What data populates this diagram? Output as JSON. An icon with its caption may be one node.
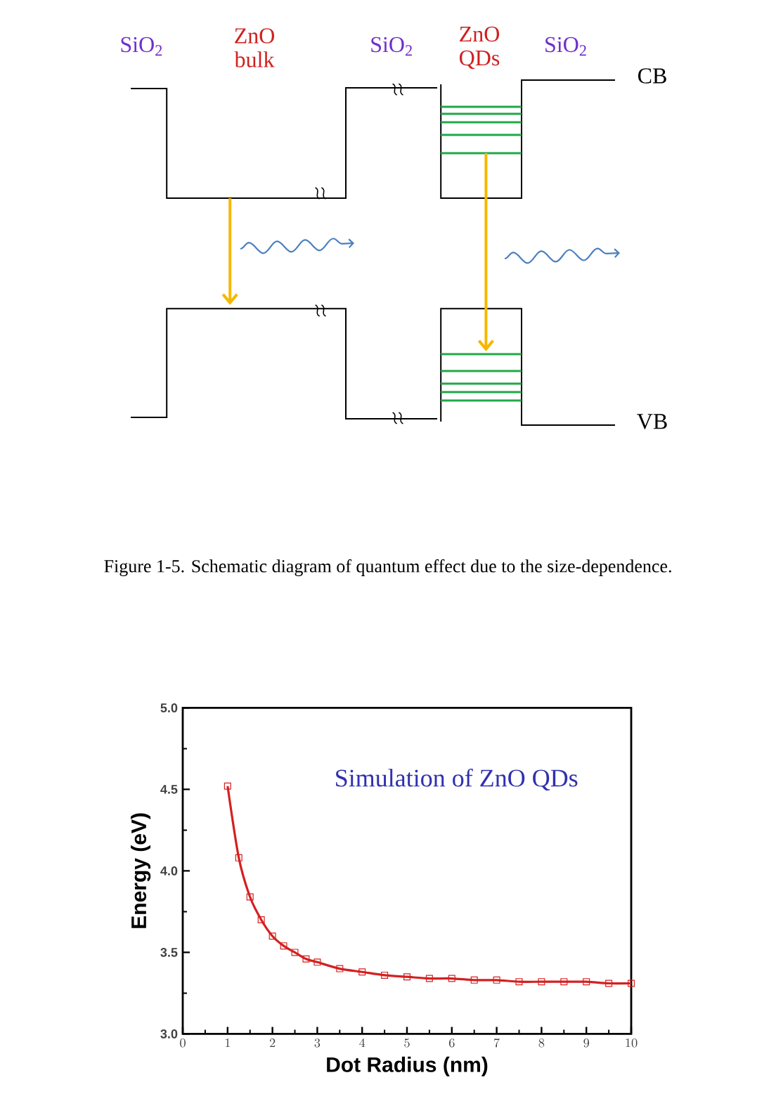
{
  "diagram": {
    "caption": "Figure 1-5. Schematic diagram of quantum effect due to the size-dependence.",
    "labels": [
      "SiO$_{2}$",
      "ZnO bulk",
      "SiO$_{2}$",
      "ZnO QDs",
      "SiO$_{2}$",
      "CB",
      "VB"
    ],
    "chart_data": {
      "type": "line",
      "xlabel": "Dot Radius (nm)",
      "ylabel": "Energy (eV)",
      "xlim": [
        0,
        10
      ],
      "ylim": [
        3.0,
        5.0
      ],
      "xticks": [
        0,
        1,
        2,
        3,
        4,
        5,
        6,
        7,
        8,
        9,
        10
      ],
      "yticks": [
        {
          "value": 3.0,
          "label": "3.0"
        },
        {
          "value": 3.5,
          "label": "3.5"
        },
        {
          "value": 4.0,
          "label": "4.0"
        },
        {
          "value": 4.5,
          "label": "4.5"
        },
        {
          "value": 5.0,
          "label": "5.0"
        }
      ],
      "x": [
        1,
        1.25,
        1.5,
        1.75,
        2,
        2.25,
        2.5,
        2.75,
        3,
        3.5,
        4,
        4.5,
        5,
        5.5,
        6,
        6.5,
        7,
        7.5,
        8,
        8.5,
        9,
        9.5,
        10
      ],
      "series": [
        {
          "color": "#d42020",
          "marker": "square",
          "values": [
            4.52,
            4.08,
            3.84,
            3.7,
            3.6,
            3.54,
            3.5,
            3.46,
            3.44,
            3.4,
            3.38,
            3.36,
            3.35,
            3.34,
            3.34,
            3.33,
            3.33,
            3.32,
            3.32,
            3.32,
            3.32,
            3.31,
            3.31
          ]
        }
      ],
      "annotations": [
        "Simulation of ZnO QDs"
      ]
    }
  }
}
